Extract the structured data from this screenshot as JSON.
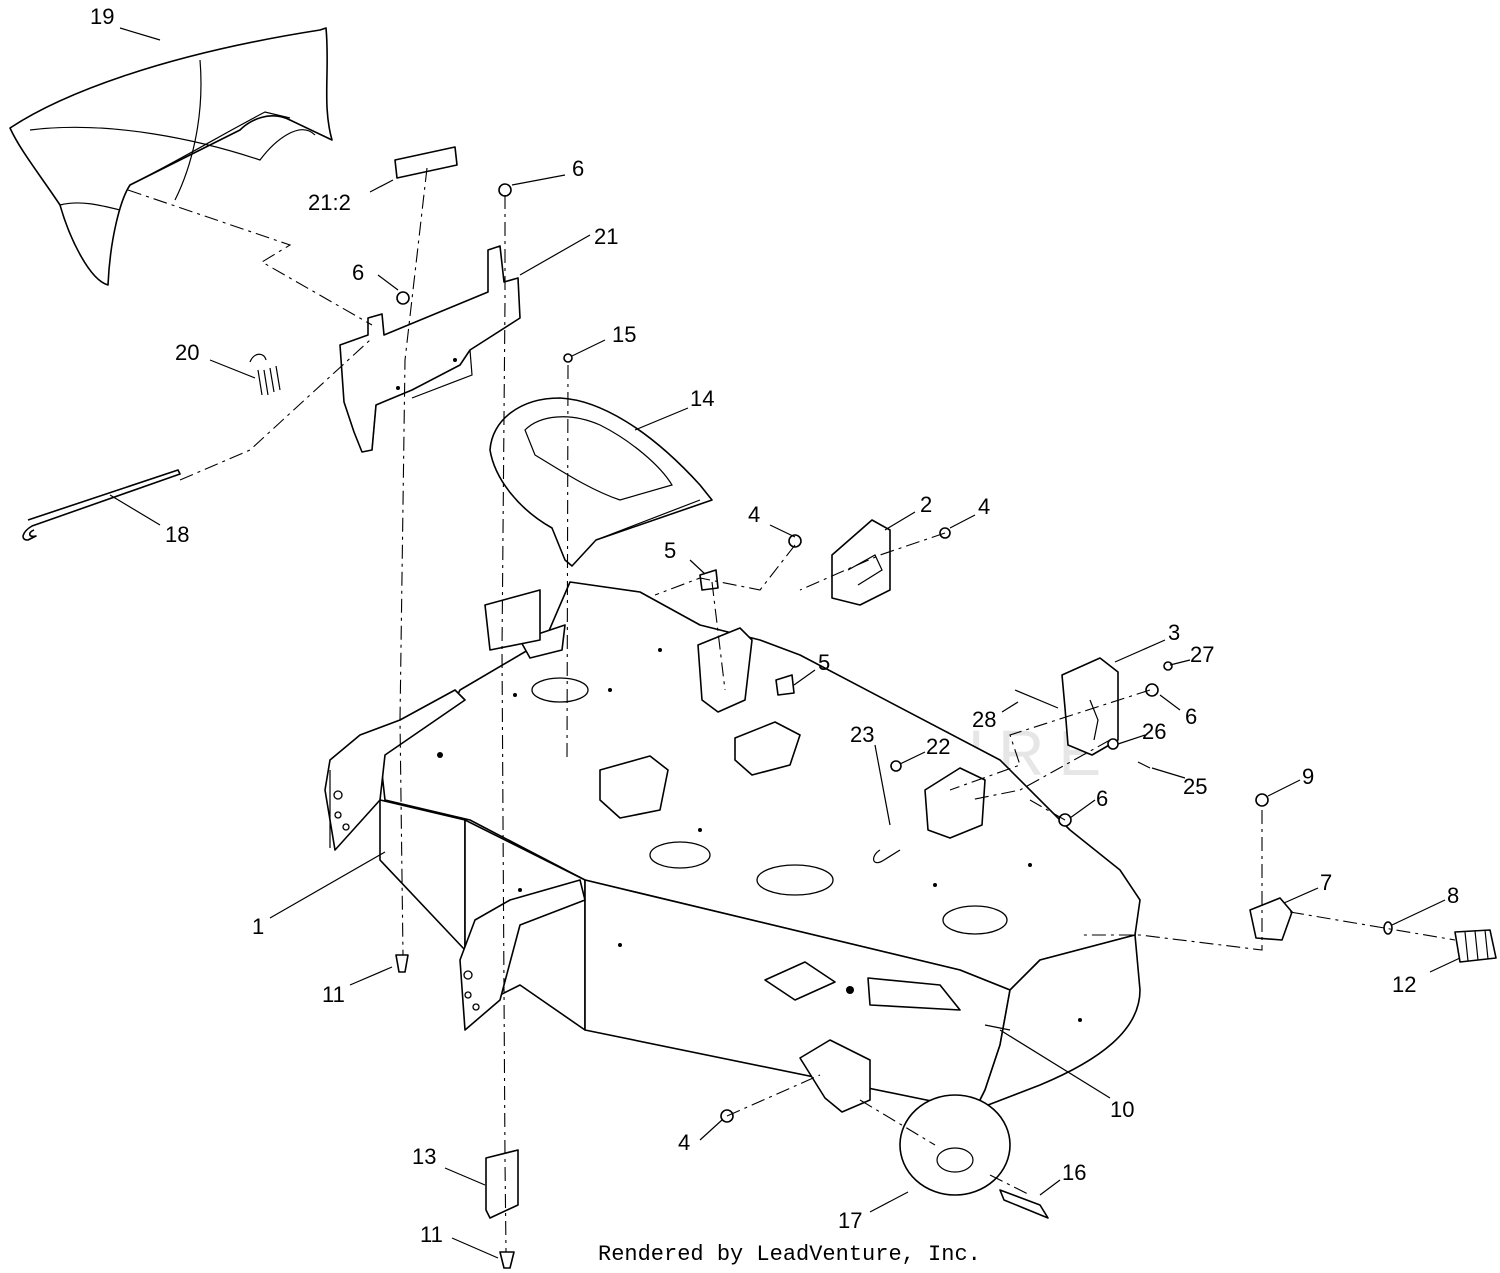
{
  "diagram": {
    "watermark_text": "LEADVENTURE",
    "credit": "Rendered by LeadVenture, Inc.",
    "labels": {
      "l1": "1",
      "l2": "2",
      "l3": "3",
      "l4a": "4",
      "l4b": "4",
      "l4c": "4",
      "l5a": "5",
      "l5b": "5",
      "l6a": "6",
      "l6b": "6",
      "l6c": "6",
      "l6d": "6",
      "l7": "7",
      "l8": "8",
      "l9": "9",
      "l10": "10",
      "l11a": "11",
      "l11b": "11",
      "l12": "12",
      "l13": "13",
      "l14": "14",
      "l15": "15",
      "l16": "16",
      "l17": "17",
      "l18": "18",
      "l19": "19",
      "l20": "20",
      "l21": "21",
      "l21_2": "21:2",
      "l22": "22",
      "l23": "23",
      "l25": "25",
      "l26": "26",
      "l27": "27",
      "l28": "28"
    }
  }
}
